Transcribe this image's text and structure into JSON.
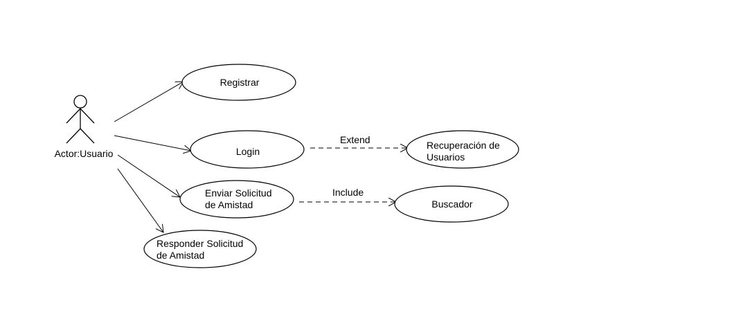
{
  "diagram": {
    "actor": {
      "label": "Actor:Usuario"
    },
    "use_cases": {
      "registrar": {
        "lines": [
          "Registrar"
        ]
      },
      "login": {
        "lines": [
          "Login"
        ]
      },
      "enviar": {
        "lines": [
          "Enviar Solicitud",
          "de Amistad"
        ]
      },
      "responder": {
        "lines": [
          "Responder Solicitud",
          "de Amistad"
        ]
      },
      "recuperacion": {
        "lines": [
          "Recuperación de",
          "Usuarios"
        ]
      },
      "buscador": {
        "lines": [
          "Buscador"
        ]
      }
    },
    "relations": {
      "extend": "Extend",
      "include": "Include"
    },
    "colors": {
      "stroke": "#000000",
      "background": "#ffffff"
    }
  }
}
